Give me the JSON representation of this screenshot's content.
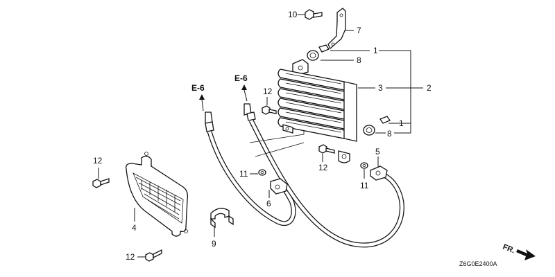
{
  "labels": {
    "p1a": "1",
    "p1b": "1",
    "p2": "2",
    "p3": "3",
    "p4": "4",
    "p5": "5",
    "p6": "6",
    "p7": "7",
    "p8a": "8",
    "p8b": "8",
    "p9": "9",
    "p10": "10",
    "p11a": "11",
    "p11b": "11",
    "p12a": "12",
    "p12b": "12",
    "p12c": "12",
    "p12d": "12",
    "e6a": "E-6",
    "e6b": "E-6"
  },
  "direction_label": "FR.",
  "diagram_code": "Z6G0E2400A"
}
